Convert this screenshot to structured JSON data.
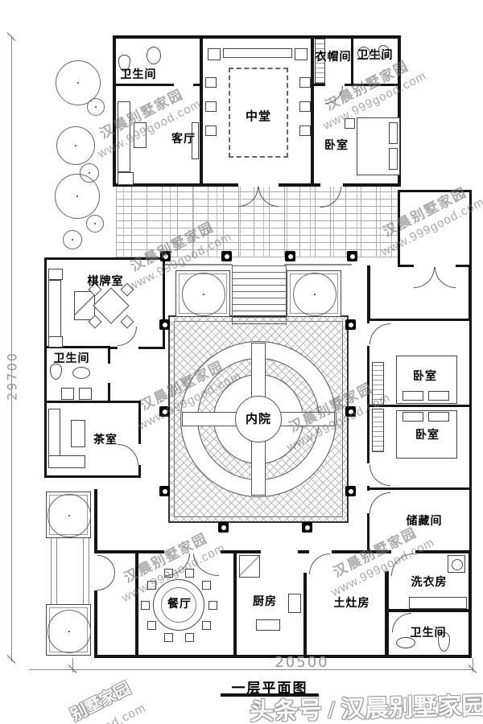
{
  "title": {
    "text": "一层平面图"
  },
  "dims": {
    "height": "29700",
    "width": "20500"
  },
  "watermark": {
    "line1": "汉晨别墅家园",
    "line2": "www.999good.com"
  },
  "footer": {
    "text": "头条号 / 汉晨别墅家园",
    "frag1": "别墅家园",
    "frag2": "od.com"
  },
  "rooms": {
    "bath_top_left": {
      "label": "卫生间"
    },
    "living": {
      "label": "客厅"
    },
    "central_hall": {
      "label": "中堂"
    },
    "cloakroom": {
      "label": "衣帽间"
    },
    "bath_top_right": {
      "label": "卫生间"
    },
    "bedroom_top": {
      "label": "卧室"
    },
    "chess_room": {
      "label": "棋牌室"
    },
    "bath_left": {
      "label": "卫生间"
    },
    "tea_room": {
      "label": "茶室"
    },
    "courtyard": {
      "label": "内院"
    },
    "bedroom_r1": {
      "label": "卧室"
    },
    "bedroom_r2": {
      "label": "卧室"
    },
    "storage": {
      "label": "储藏间"
    },
    "dining": {
      "label": "餐厅"
    },
    "kitchen": {
      "label": "厨房"
    },
    "stove_room": {
      "label": "土灶房"
    },
    "laundry": {
      "label": "洗衣房"
    },
    "bath_bottom": {
      "label": "卫生间"
    }
  },
  "colors": {
    "wall": "#141414",
    "watermark": "#767676",
    "dimension": "#999999"
  }
}
